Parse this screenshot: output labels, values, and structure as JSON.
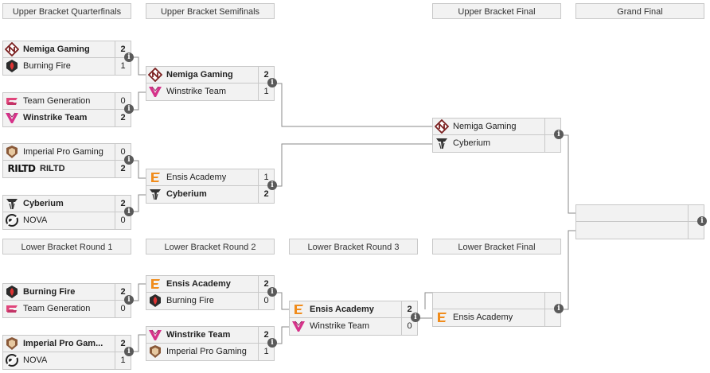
{
  "headers": {
    "ub_qf": "Upper Bracket Quarterfinals",
    "ub_sf": "Upper Bracket Semifinals",
    "ub_final": "Upper Bracket Final",
    "grand_final": "Grand Final",
    "lb_r1": "Lower Bracket Round 1",
    "lb_r2": "Lower Bracket Round 2",
    "lb_r3": "Lower Bracket Round 3",
    "lb_final": "Lower Bracket Final"
  },
  "info_glyph": "i",
  "logo_text": {
    "riltd": "RILTD"
  },
  "matches": {
    "ubqf1": {
      "t1": {
        "name": "Nemiga Gaming",
        "score": "2",
        "logo": "nemiga-logo"
      },
      "t2": {
        "name": "Burning Fire",
        "score": "1",
        "logo": "burning-fire-logo"
      }
    },
    "ubqf2": {
      "t1": {
        "name": "Team Generation",
        "score": "0",
        "logo": "team-generation-logo"
      },
      "t2": {
        "name": "Winstrike Team",
        "score": "2",
        "logo": "winstrike-logo"
      }
    },
    "ubqf3": {
      "t1": {
        "name": "Imperial Pro Gaming",
        "score": "0",
        "logo": "imperial-logo"
      },
      "t2": {
        "name": "RILTD",
        "score": "2",
        "logo": "riltd-logo"
      }
    },
    "ubqf4": {
      "t1": {
        "name": "Cyberium",
        "score": "2",
        "logo": "cyberium-logo"
      },
      "t2": {
        "name": "NOVA",
        "score": "0",
        "logo": "nova-logo"
      }
    },
    "ubsf1": {
      "t1": {
        "name": "Nemiga Gaming",
        "score": "2",
        "logo": "nemiga-logo"
      },
      "t2": {
        "name": "Winstrike Team",
        "score": "1",
        "logo": "winstrike-logo"
      }
    },
    "ubsf2": {
      "t1": {
        "name": "Ensis Academy",
        "score": "1",
        "logo": "ensis-logo"
      },
      "t2": {
        "name": "Cyberium",
        "score": "2",
        "logo": "cyberium-logo"
      }
    },
    "ubf": {
      "t1": {
        "name": "Nemiga Gaming",
        "score": "",
        "logo": "nemiga-logo"
      },
      "t2": {
        "name": "Cyberium",
        "score": "",
        "logo": "cyberium-logo"
      }
    },
    "gf": {
      "t1": {
        "name": "",
        "score": "",
        "logo": ""
      },
      "t2": {
        "name": "",
        "score": "",
        "logo": ""
      }
    },
    "lbr1a": {
      "t1": {
        "name": "Burning Fire",
        "score": "2",
        "logo": "burning-fire-logo"
      },
      "t2": {
        "name": "Team Generation",
        "score": "0",
        "logo": "team-generation-logo"
      }
    },
    "lbr1b": {
      "t1": {
        "name": "Imperial Pro Gam...",
        "score": "2",
        "logo": "imperial-logo"
      },
      "t2": {
        "name": "NOVA",
        "score": "1",
        "logo": "nova-logo"
      }
    },
    "lbr2a": {
      "t1": {
        "name": "Ensis Academy",
        "score": "2",
        "logo": "ensis-logo"
      },
      "t2": {
        "name": "Burning Fire",
        "score": "0",
        "logo": "burning-fire-logo"
      }
    },
    "lbr2b": {
      "t1": {
        "name": "Winstrike Team",
        "score": "2",
        "logo": "winstrike-logo"
      },
      "t2": {
        "name": "Imperial Pro Gaming",
        "score": "1",
        "logo": "imperial-logo"
      }
    },
    "lbr3": {
      "t1": {
        "name": "Ensis Academy",
        "score": "2",
        "logo": "ensis-logo"
      },
      "t2": {
        "name": "Winstrike Team",
        "score": "0",
        "logo": "winstrike-logo"
      }
    },
    "lbf": {
      "t1": {
        "name": "",
        "score": "",
        "logo": ""
      },
      "t2": {
        "name": "Ensis Academy",
        "score": "",
        "logo": "ensis-logo"
      }
    }
  }
}
